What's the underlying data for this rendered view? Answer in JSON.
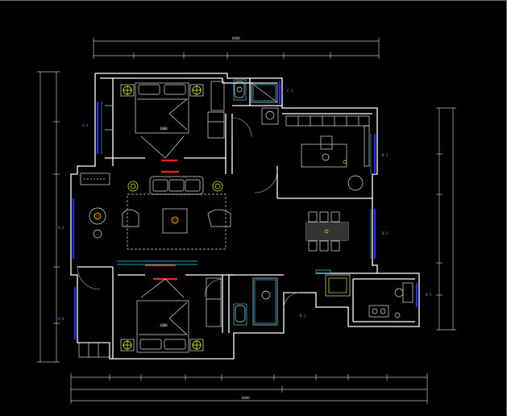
{
  "drawing": {
    "colors": {
      "background": "#000000",
      "wall": "#ffffff",
      "window": "#2b2bff",
      "furniture": "#e0e0e0",
      "accent_yellow": "#e6e600",
      "accent_red": "#ff2020",
      "accent_cyan": "#2ad4ff",
      "dimension": "#bfbfbf"
    },
    "labels": {
      "top_total": "0000",
      "bottom_total": "0000",
      "bed_top": "1800",
      "bed_bottom": "1800",
      "tag_left_upper": "A-1",
      "tag_left_mid": "A-2",
      "tag_left_lower": "A-3",
      "tag_right_upper": "B-1",
      "tag_right_mid": "B-2",
      "tag_kitchen": "B-3",
      "tag_top_bath": "C-1",
      "tag_entry": "D-1"
    }
  }
}
